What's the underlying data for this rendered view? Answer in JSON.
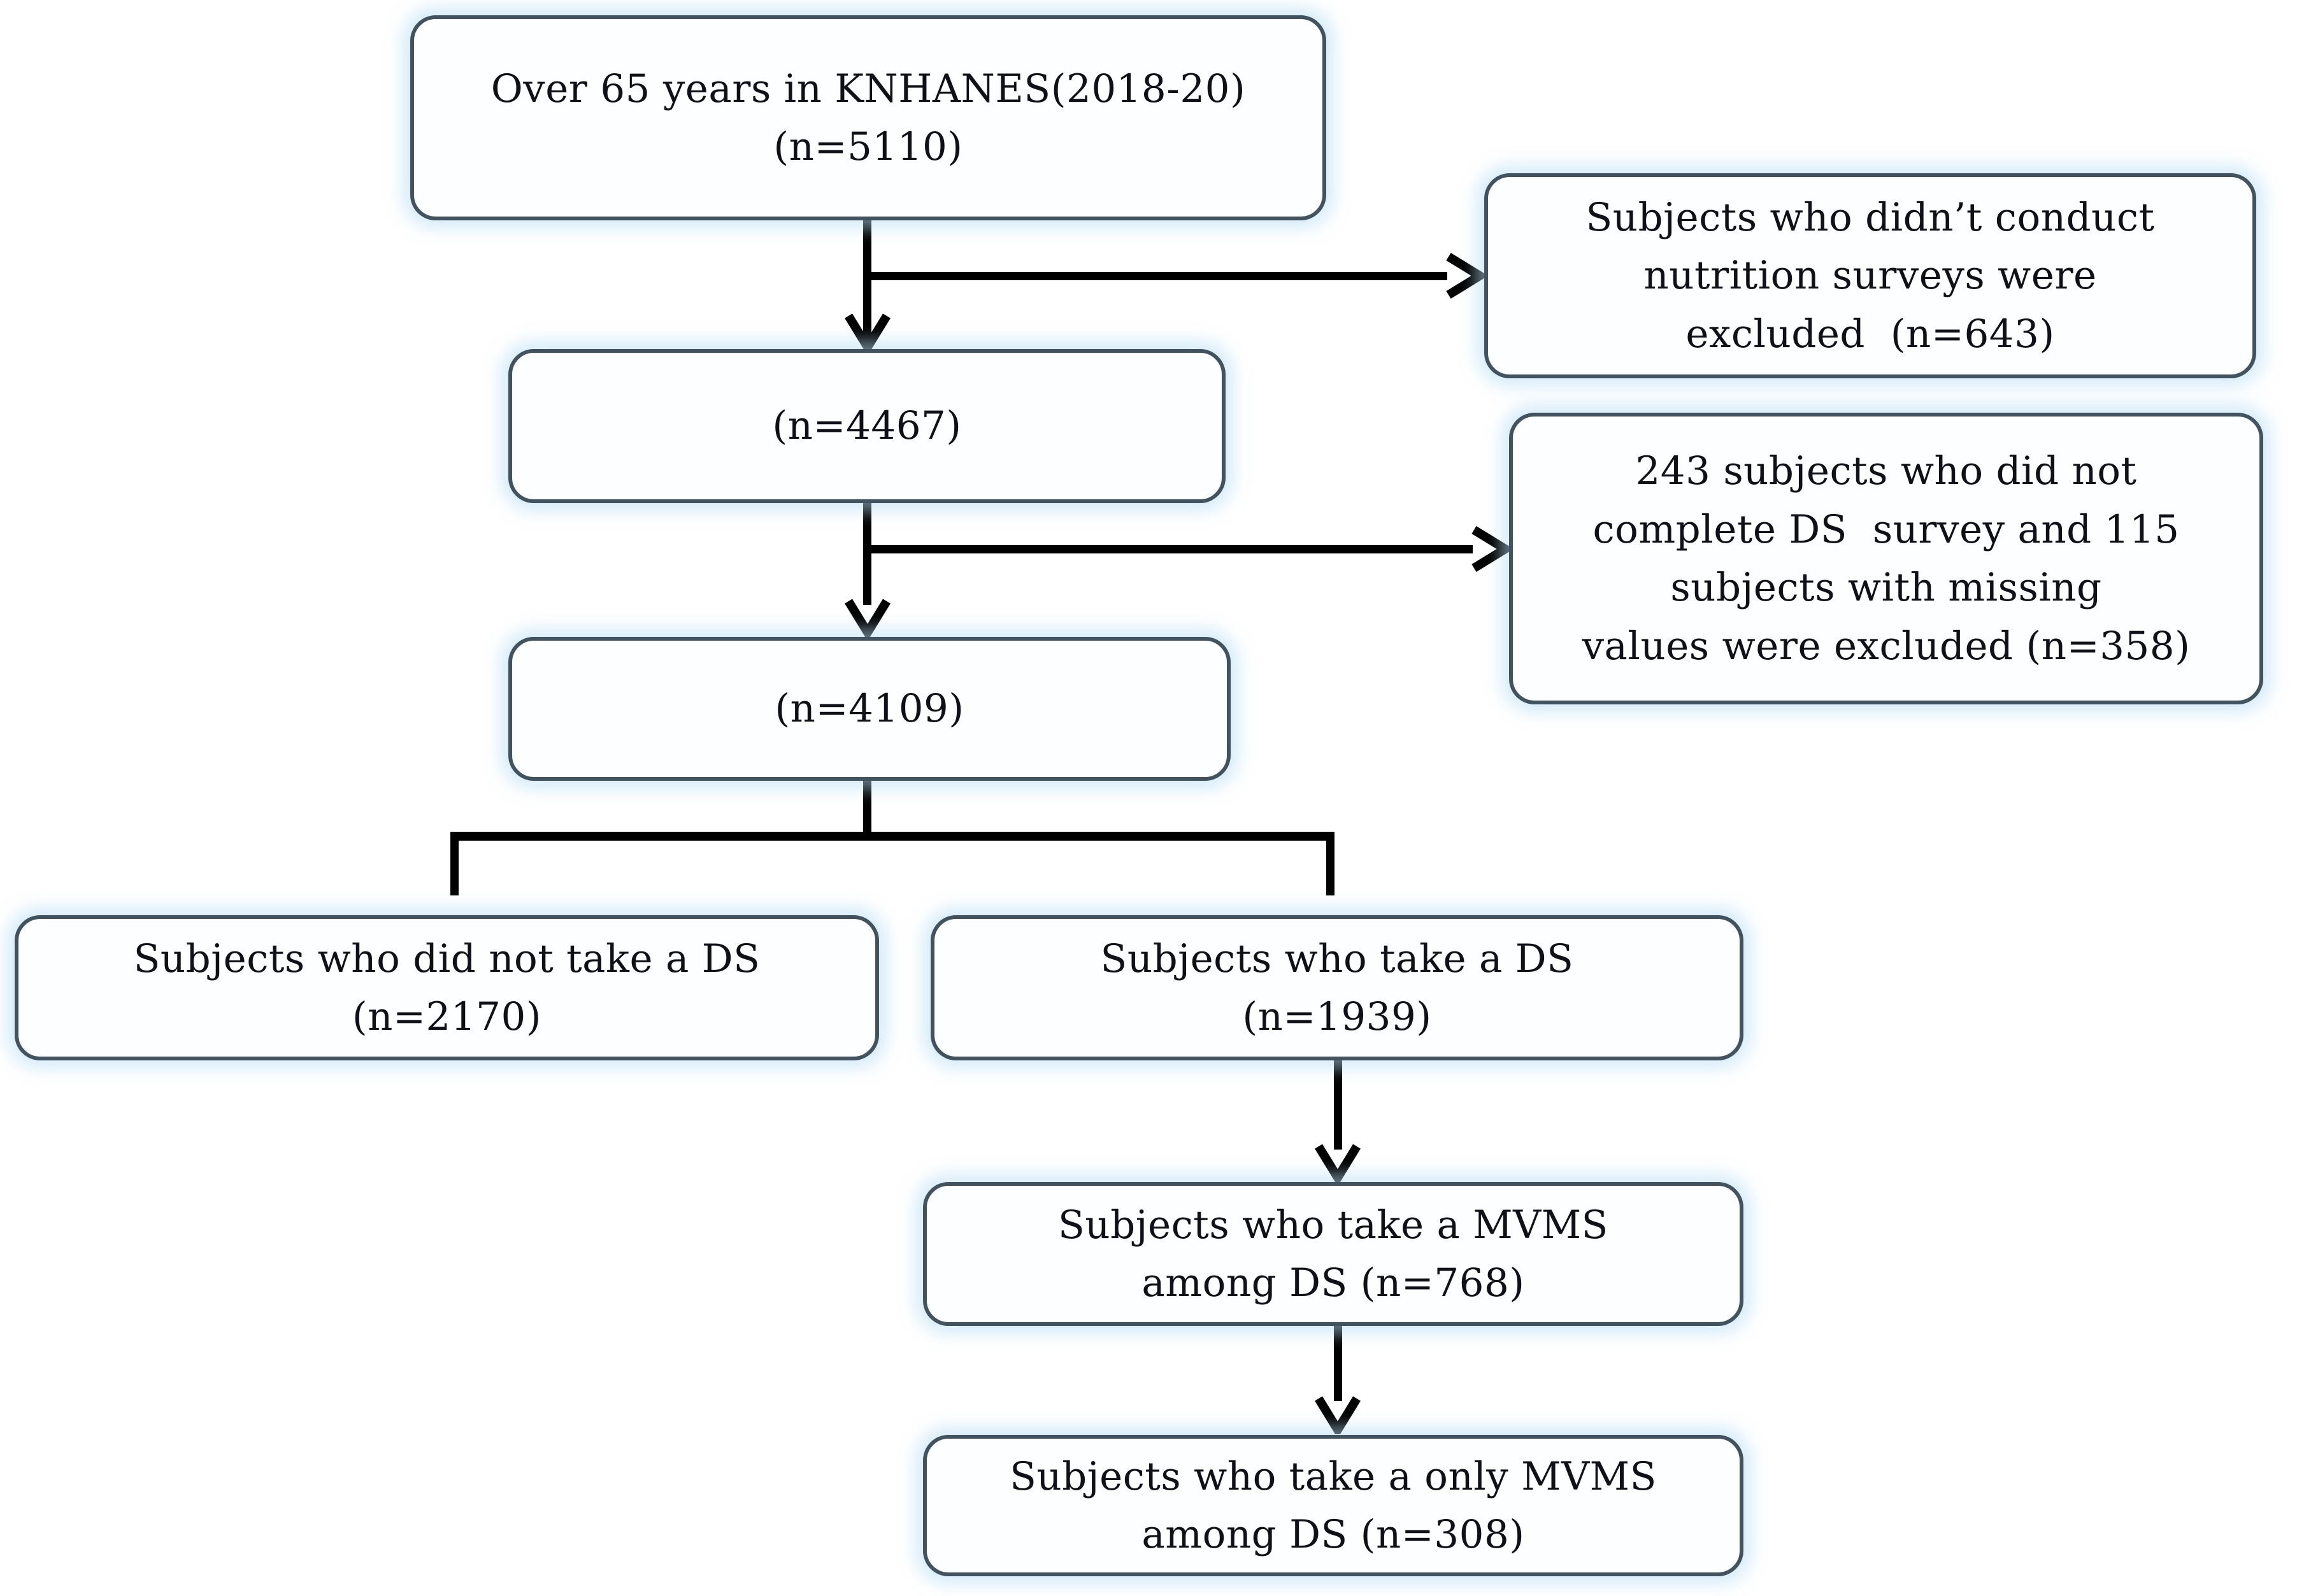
{
  "figure": {
    "type": "flowchart",
    "colors": {
      "box_border": "#42525f",
      "box_fill": "#fdfeff",
      "glow": "#badef5",
      "line": "#000000",
      "text": "#101018"
    },
    "nodes": {
      "population": {
        "text": "Over 65 years in KNHANES(2018-20)\n(n=5110)"
      },
      "excluded_nutrition": {
        "text": "Subjects who didn’t conduct\nnutrition surveys were\nexcluded  (n=643)"
      },
      "n4467": {
        "text": "(n=4467)"
      },
      "excluded_ds_missing": {
        "text": "243 subjects who did not\ncomplete DS  survey and 115\nsubjects with missing\nvalues were excluded (n=358)"
      },
      "n4109": {
        "text": "(n=4109)"
      },
      "no_ds": {
        "text": "Subjects who did not take a DS\n(n=2170)"
      },
      "ds": {
        "text": "Subjects who take a DS\n(n=1939)"
      },
      "mvms": {
        "text": "Subjects who take a MVMS\namong DS (n=768)"
      },
      "only_mvms": {
        "text": "Subjects who take a only MVMS\namong DS (n=308)"
      }
    }
  }
}
